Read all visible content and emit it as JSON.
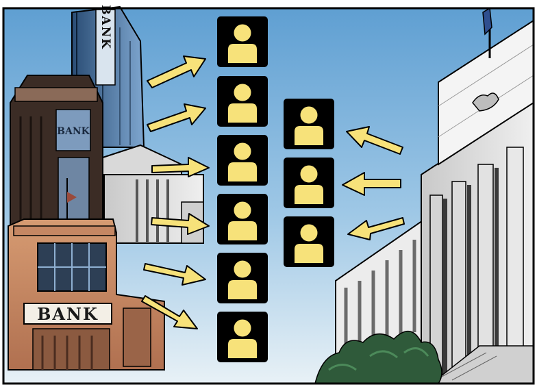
{
  "scene": {
    "sky_colors": [
      "#6ea8d6",
      "#a9cde8",
      "#e6f0f6"
    ],
    "panel_border": "#000000"
  },
  "banks": {
    "tower_sign": "BANK",
    "middle_sign": "BANK",
    "front_sign": "BANK"
  },
  "people_icon": {
    "icon": "person-icon",
    "tile_color": "#000000",
    "figure_color": "#f7e27a"
  },
  "arrow_color": "#f7e27a",
  "left_group": {
    "count": 6,
    "direction": "right"
  },
  "right_group": {
    "count": 3,
    "direction": "left"
  }
}
